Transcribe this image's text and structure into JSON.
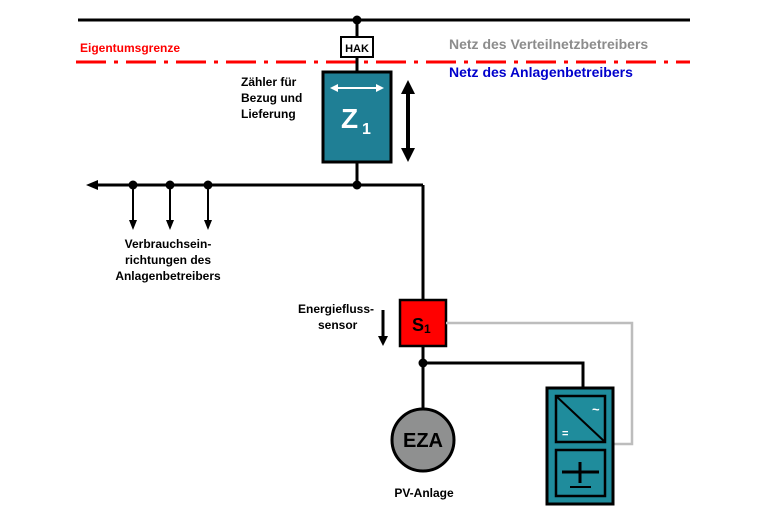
{
  "labels": {
    "eigentumsgrenze": "Eigentumsgrenze",
    "netz_vnb": "Netz des Verteilnetzbetreibers",
    "netz_anlagen": "Netz des Anlagenbetreibers",
    "hak": "HAK",
    "zaehler_lines": [
      "Zähler für",
      "Bezug und",
      "Lieferung"
    ],
    "meter_letter": "Z",
    "meter_index": "1",
    "verbraucher_lines": [
      "Verbrauchsein-",
      "richtungen des",
      "Anlagenbetreibers"
    ],
    "sensor_lines": [
      "Energiefluss-",
      "sensor"
    ],
    "sensor_letter": "S",
    "sensor_index": "1",
    "eza": "EZA",
    "pv": "PV-Anlage",
    "inverter_dc": "=",
    "inverter_ac": "~"
  },
  "colors": {
    "line": "#000000",
    "boundary": "#ff0000",
    "eigentumsgrenze_text": "#ff0000",
    "netz_vnb_text": "#8c8c8c",
    "netz_anlagen_text": "#0000cc",
    "meter_fill": "#1f7f95",
    "sensor_fill": "#ff0000",
    "eza_fill": "#8f9090",
    "inverter_fill": "#1f8c9c",
    "signal_line": "#bdbdbd"
  },
  "icons": {
    "hak": "house-connection-box-icon",
    "meter": "energy-meter-icon",
    "sensor": "energy-flow-sensor-icon",
    "eza": "generation-unit-icon",
    "inverter": "inverter-icon",
    "battery": "battery-icon"
  }
}
